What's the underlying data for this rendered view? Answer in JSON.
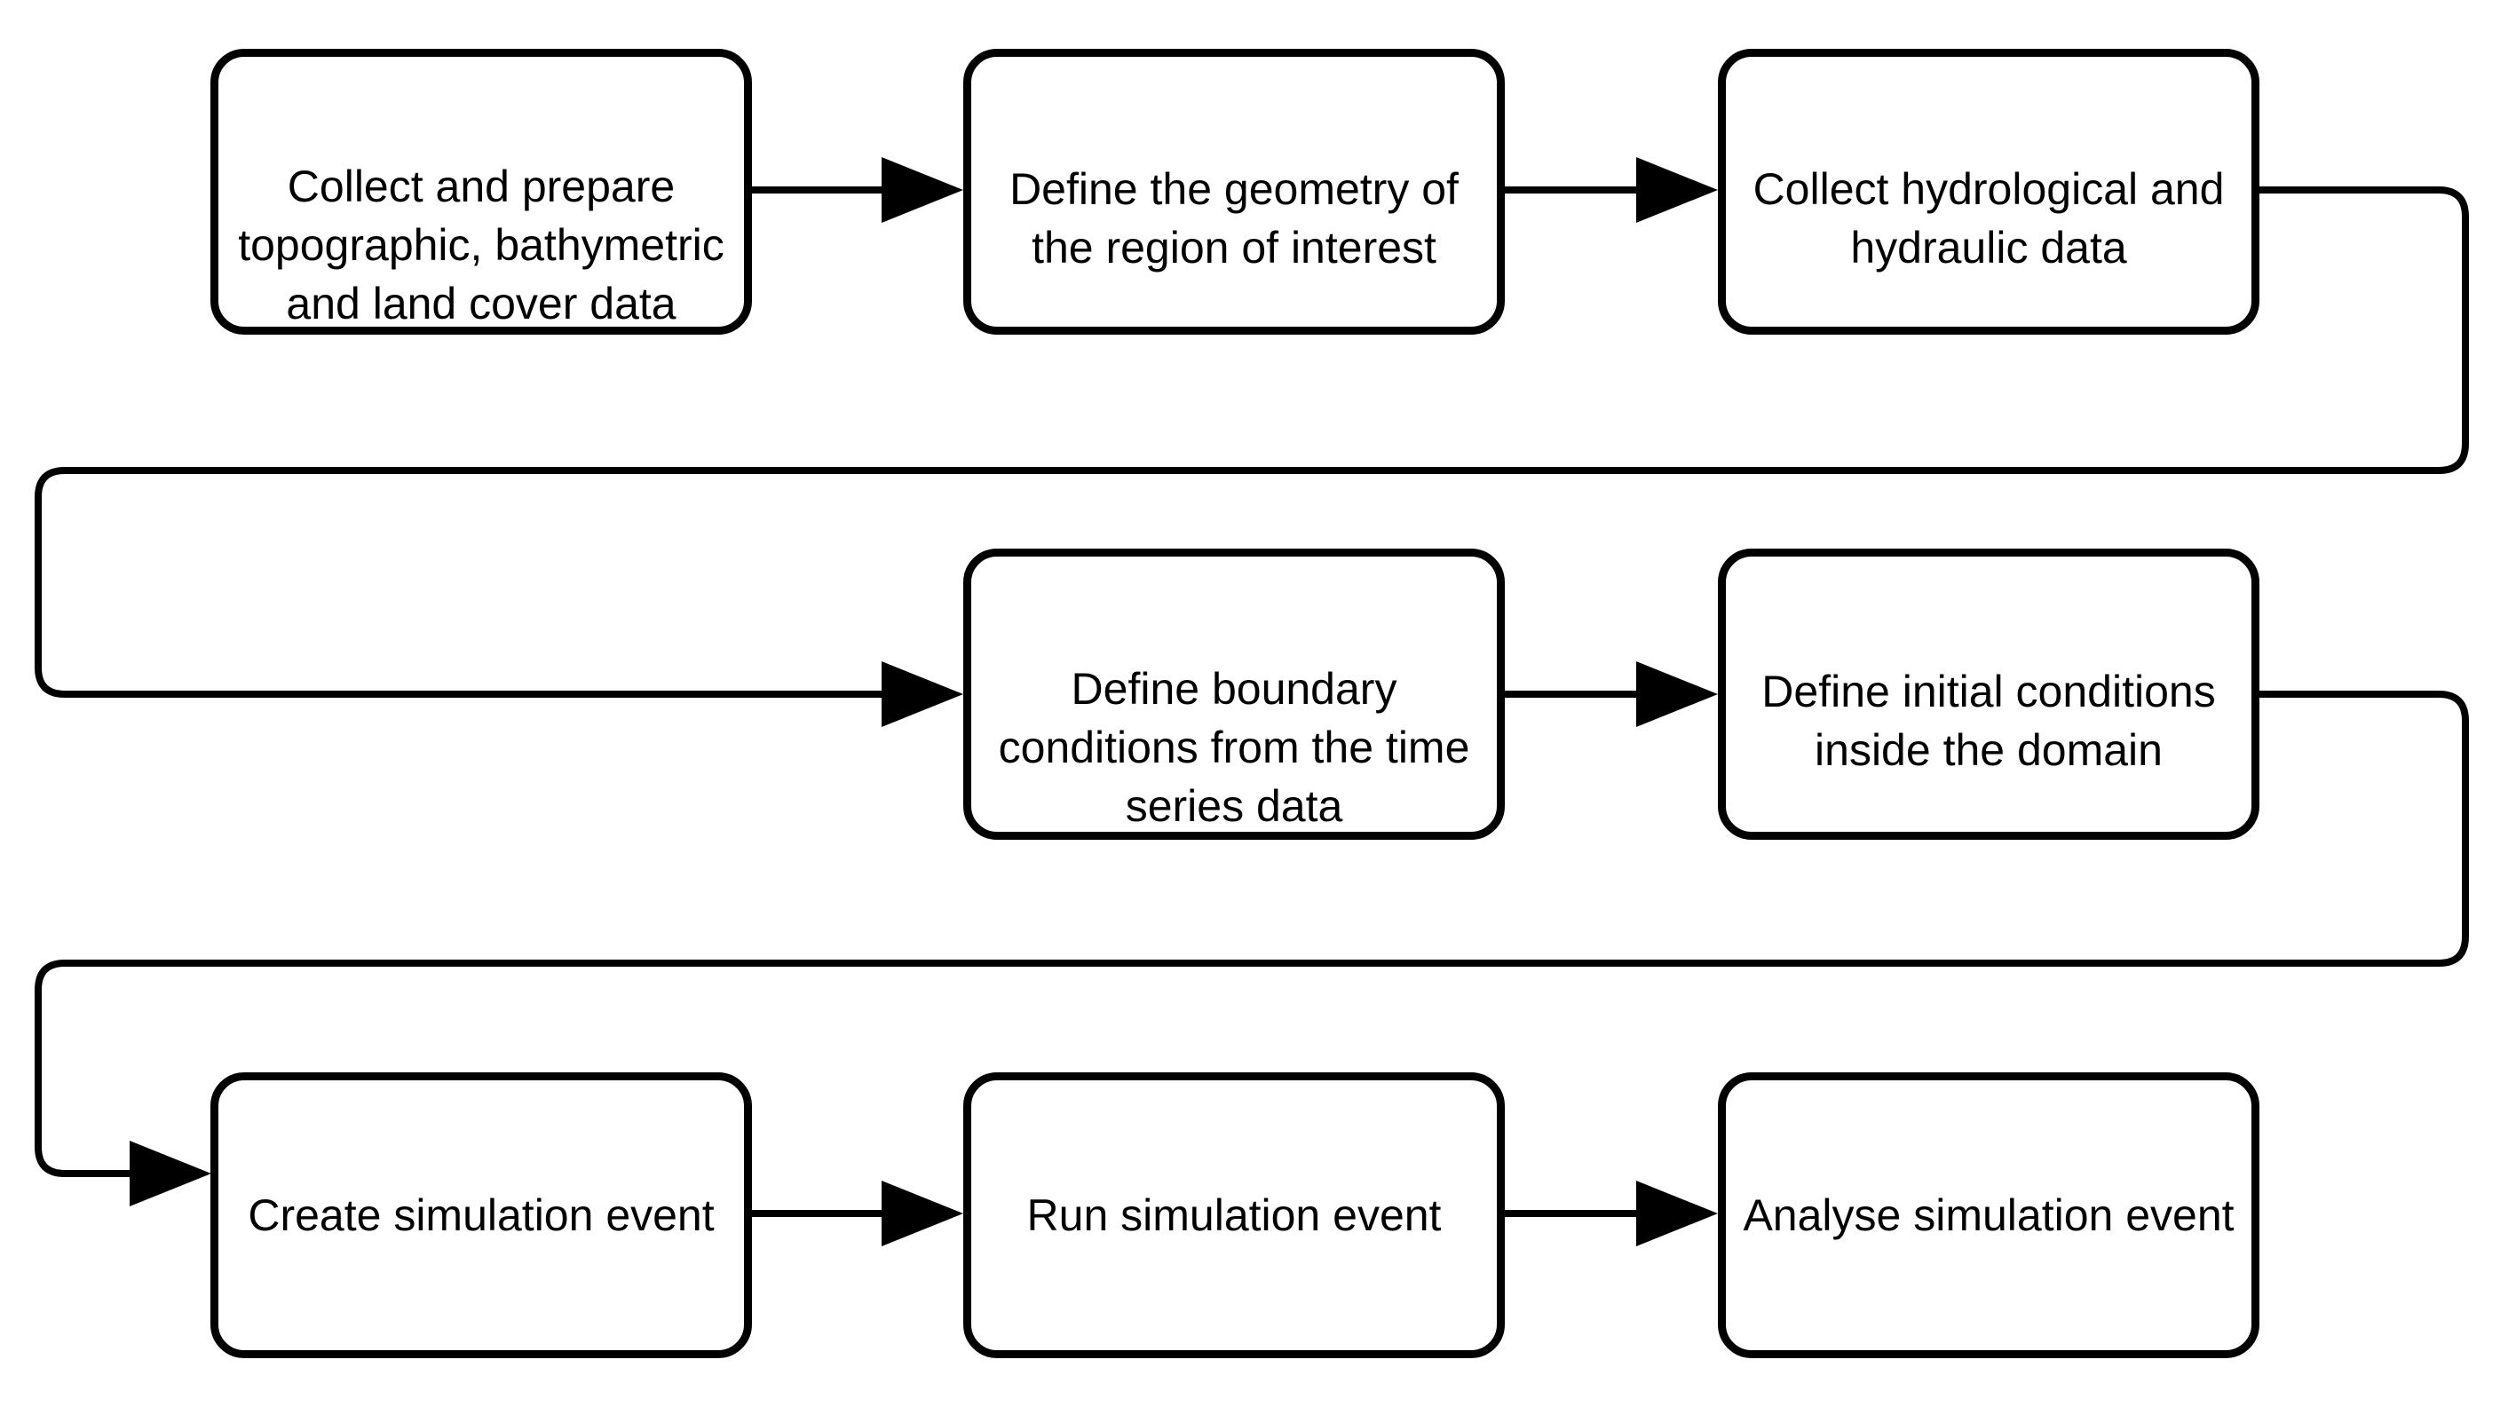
{
  "diagram": {
    "background_color": "#ffffff",
    "line_color": "#000000",
    "boxes": [
      {
        "id": "collect-topographic-data",
        "label": "Collect and prepare\ntopographic, bathymetric\nand land cover data"
      },
      {
        "id": "define-geometry",
        "label": "Define the geometry of\nthe region of interest"
      },
      {
        "id": "collect-hydrological-data",
        "label": "Collect hydrological and\nhydraulic data"
      },
      {
        "id": "define-boundary-conditions",
        "label": "Define boundary\nconditions from the time\nseries data"
      },
      {
        "id": "define-initial-conditions",
        "label": "Define initial conditions\ninside the domain"
      },
      {
        "id": "create-simulation-event",
        "label": "Create simulation event"
      },
      {
        "id": "run-simulation-event",
        "label": "Run simulation event"
      },
      {
        "id": "analyse-simulation-event",
        "label": "Analyse simulation event"
      }
    ],
    "edges": [
      {
        "from": "collect-topographic-data",
        "to": "define-geometry"
      },
      {
        "from": "define-geometry",
        "to": "collect-hydrological-data"
      },
      {
        "from": "collect-hydrological-data",
        "to": "define-boundary-conditions"
      },
      {
        "from": "define-boundary-conditions",
        "to": "define-initial-conditions"
      },
      {
        "from": "define-initial-conditions",
        "to": "create-simulation-event"
      },
      {
        "from": "create-simulation-event",
        "to": "run-simulation-event"
      },
      {
        "from": "run-simulation-event",
        "to": "analyse-simulation-event"
      }
    ]
  }
}
